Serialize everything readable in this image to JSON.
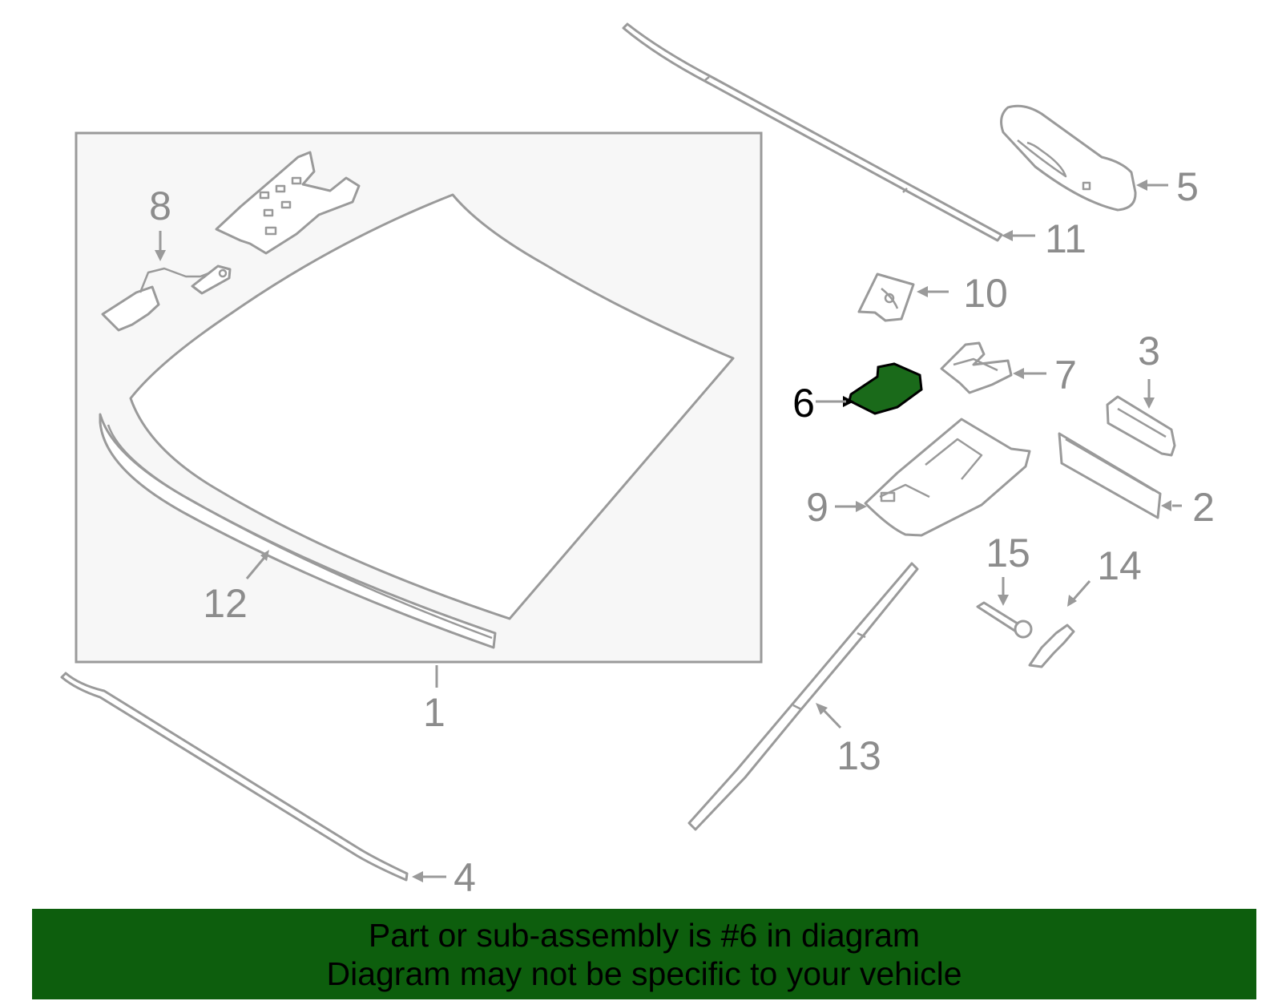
{
  "diagram": {
    "callouts": [
      {
        "id": "1",
        "text": "1"
      },
      {
        "id": "2",
        "text": "2"
      },
      {
        "id": "3",
        "text": "3"
      },
      {
        "id": "4",
        "text": "4"
      },
      {
        "id": "5",
        "text": "5"
      },
      {
        "id": "6",
        "text": "6",
        "highlighted": true
      },
      {
        "id": "7",
        "text": "7"
      },
      {
        "id": "8",
        "text": "8"
      },
      {
        "id": "9",
        "text": "9"
      },
      {
        "id": "10",
        "text": "10"
      },
      {
        "id": "11",
        "text": "11"
      },
      {
        "id": "12",
        "text": "12"
      },
      {
        "id": "13",
        "text": "13"
      },
      {
        "id": "14",
        "text": "14"
      },
      {
        "id": "15",
        "text": "15"
      }
    ]
  },
  "banner": {
    "line1": "Part or sub-assembly is #6 in diagram",
    "line2": "Diagram may not be specific to your vehicle"
  },
  "colors": {
    "banner_bg": "#0d5e0d",
    "highlight_part": "#1a6a1a",
    "part_outline": "#9a9a9a",
    "callout_text": "#8c8c8c",
    "group_box_bg": "#f7f7f7"
  }
}
